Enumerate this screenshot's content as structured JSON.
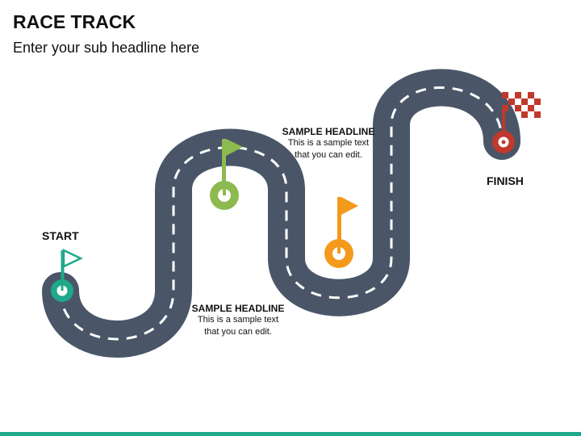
{
  "header": {
    "title": "RACE TRACK",
    "subtitle": "Enter your sub headline here"
  },
  "labels": {
    "start": "START",
    "finish": "FINISH"
  },
  "notes": [
    {
      "heading": "SAMPLE HEADLINE",
      "line1": "This is a sample text",
      "line2": "that you can edit."
    },
    {
      "heading": "SAMPLE HEADLINE",
      "line1": "This is a sample text",
      "line2": "that you can edit."
    }
  ],
  "colors": {
    "track": "#4a5668",
    "lane_marking": "#ffffff",
    "start_marker": "#1fa98a",
    "marker_2": "#8dba4e",
    "marker_3": "#f39a1d",
    "finish_marker": "#c0392b",
    "bottom_bar": "#1fa98a"
  },
  "icons": [
    "flag-icon",
    "checkered-flag-icon",
    "pin-icon"
  ]
}
